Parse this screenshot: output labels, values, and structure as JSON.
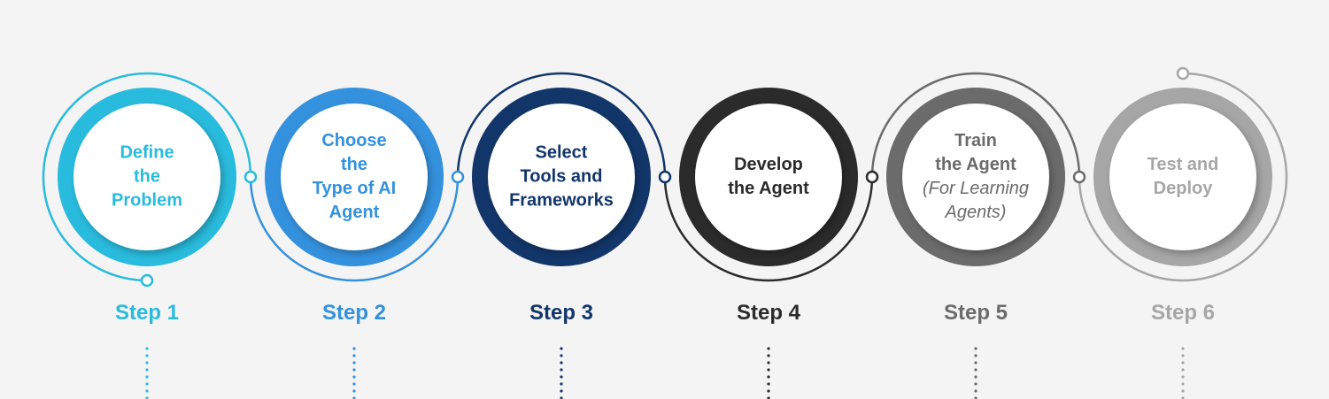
{
  "steps": [
    {
      "label": "Step 1",
      "color": "#29BBDD",
      "lines": [
        "Define",
        "the",
        "Problem"
      ],
      "italic_lines": []
    },
    {
      "label": "Step 2",
      "color": "#3491DD",
      "lines": [
        "Choose",
        "the",
        "Type of AI",
        "Agent"
      ],
      "italic_lines": []
    },
    {
      "label": "Step 3",
      "color": "#12366A",
      "lines": [
        "Select",
        "Tools and",
        "Frameworks"
      ],
      "italic_lines": []
    },
    {
      "label": "Step 4",
      "color": "#2B2B2B",
      "lines": [
        "Develop",
        "the Agent"
      ],
      "italic_lines": []
    },
    {
      "label": "Step 5",
      "color": "#6B6B6B",
      "lines": [
        "Train",
        "the Agent"
      ],
      "italic_lines": [
        "(For Learning",
        "Agents)"
      ]
    },
    {
      "label": "Step 6",
      "color": "#A6A6A6",
      "lines": [
        "Test and",
        "Deploy"
      ],
      "italic_lines": []
    }
  ]
}
